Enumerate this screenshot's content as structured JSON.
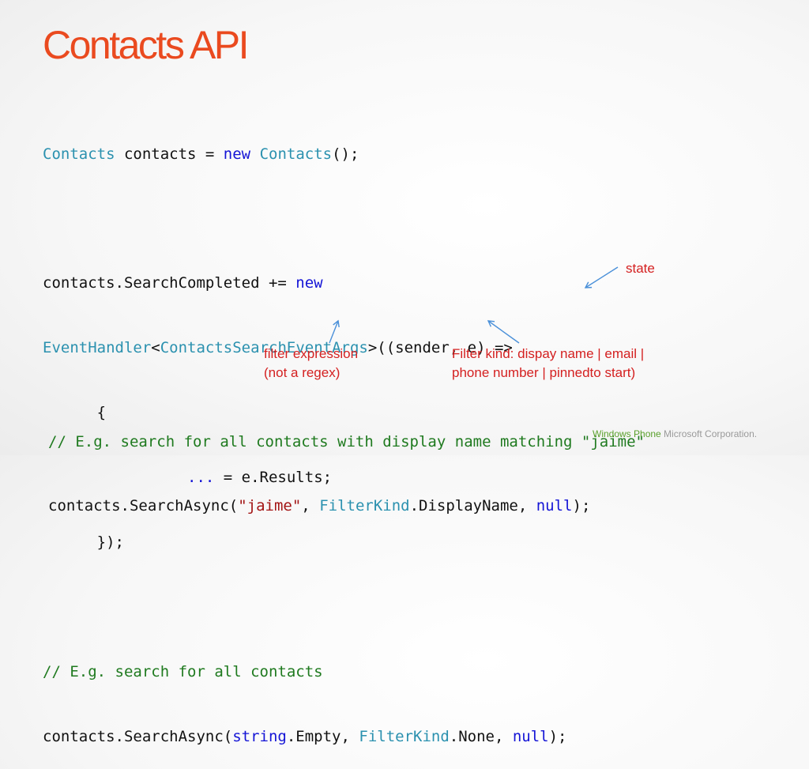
{
  "slide": {
    "title": "Contacts API"
  },
  "code_block_1": {
    "l1": {
      "t1": "Contacts",
      "t2": " contacts = ",
      "t3": "new",
      "t4": " ",
      "t5": "Contacts",
      "t6": "();"
    },
    "l3": {
      "t1": "contacts.SearchCompleted += ",
      "t2": "new"
    },
    "l4": {
      "t1": "EventHandler",
      "t2": "<",
      "t3": "ContactsSearchEventArgs",
      "t4": ">((sender, e) =>"
    },
    "l5": {
      "t1": "      {"
    },
    "l6": {
      "t1": "                ",
      "t2": "...",
      "t3": " = e.Results;"
    },
    "l7": {
      "t1": "      });"
    },
    "l9": {
      "t1": "// E.g. search for all contacts"
    },
    "l10": {
      "t1": "contacts.SearchAsync(",
      "t2": "string",
      "t3": ".Empty, ",
      "t4": "FilterKind",
      "t5": ".None, ",
      "t6": "null",
      "t7": ");"
    }
  },
  "code_block_2": {
    "l1": {
      "t1": "// E.g. search for all contacts with display name matching \"jaime\""
    },
    "l2": {
      "t1": "contacts.SearchAsync(",
      "t2": "\"jaime\"",
      "t3": ", ",
      "t4": "FilterKind",
      "t5": ".DisplayName, ",
      "t6": "null",
      "t7": ");"
    }
  },
  "annotations": {
    "state": "state",
    "filter_expression_1": "filter expression",
    "filter_expression_2": "(not a regex)",
    "filter_kind_1": "Filter kind: dispay name |  email |",
    "filter_kind_2": "phone number |  pinnedto start)"
  },
  "footer": {
    "brand": "Windows Phone",
    "company": " Microsoft Corporation."
  },
  "colors": {
    "title": "#ea4a1f",
    "keyword": "#1414d6",
    "type": "#2b91af",
    "comment": "#1f7a1f",
    "string": "#a31515",
    "annotation": "#d42020",
    "arrow": "#4a90d9",
    "footer_brand": "#5aa02c",
    "footer_company": "#9a9a9a"
  }
}
